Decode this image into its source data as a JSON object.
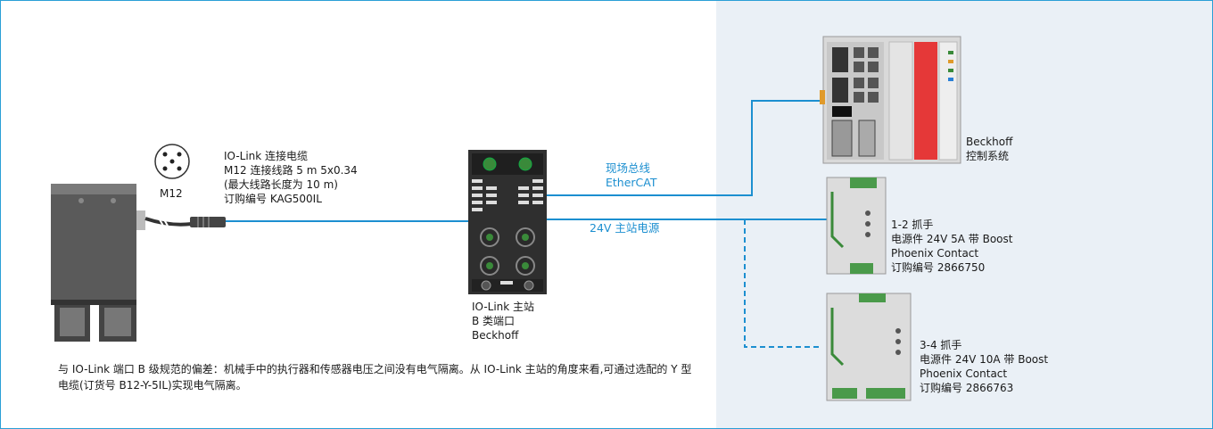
{
  "cable_label": {
    "connector": "M12",
    "lines": [
      "IO-Link 连接电缆",
      "M12 连接线路 5 m 5x0.34",
      "(最大线路长度为 10 m)",
      "订购编号 KAG500IL"
    ]
  },
  "master_label": [
    "IO-Link 主站",
    "B 类端口",
    "Beckhoff"
  ],
  "fieldbus_label": [
    "现场总线",
    "EtherCAT"
  ],
  "power_label": "24V 主站电源",
  "controller_label": [
    "Beckhoff",
    "控制系统"
  ],
  "psu1_label": [
    "1-2 抓手",
    "电源件 24V 5A 带 Boost",
    "Phoenix Contact",
    "订购编号 2866750"
  ],
  "psu2_label": [
    "3-4 抓手",
    "电源件 24V 10A 带 Boost",
    "Phoenix Contact",
    "订购编号 2866763"
  ],
  "note": "与 IO-Link 端口 B 级规范的偏差：机械手中的执行器和传感器电压之间没有电气隔离。从 IO-Link 主站的角度来看,可通过选配的 Y 型电缆(订货号 B12-Y-5IL)实现电气隔离。",
  "colors": {
    "accent": "#2a9fd6",
    "panel": "#eaf0f6",
    "line": "#1c8fd0"
  }
}
